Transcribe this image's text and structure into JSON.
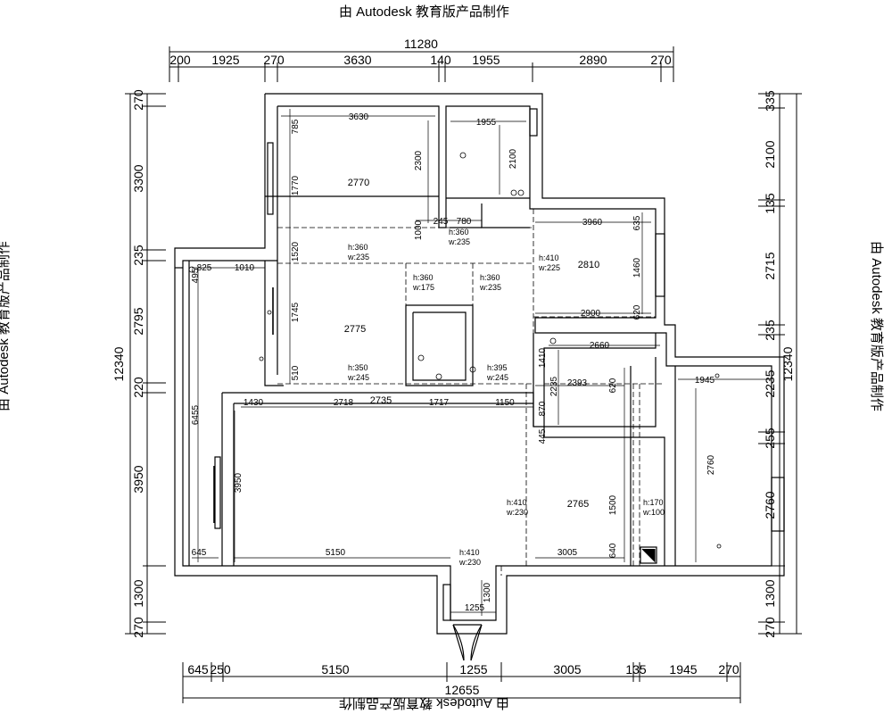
{
  "watermark": "由 Autodesk 教育版产品制作",
  "overall": {
    "top": "11280",
    "bottom": "12655",
    "left": "12340",
    "right": "12340"
  },
  "top_dims": [
    "200",
    "1925",
    "270",
    "3630",
    "140",
    "1955",
    "2890",
    "270"
  ],
  "bottom_dims": [
    "645",
    "250",
    "5150",
    "1255",
    "3005",
    "135",
    "1945",
    "270"
  ],
  "left_dims": [
    "270",
    "3300",
    "235",
    "2795",
    "220",
    "3950",
    "1300",
    "270"
  ],
  "right_dims": [
    "335",
    "2100",
    "135",
    "2715",
    "235",
    "2235",
    "255",
    "2760",
    "1300",
    "270"
  ],
  "rooms": {
    "bedroom_nw": {
      "height": "2770",
      "width_dim": "3630",
      "depth_dim": "2300",
      "upper_dim": "785",
      "mid_dim": "1770",
      "lower_dim": "1000"
    },
    "bath_n": {
      "width_dim": "1955",
      "depth_dim": "2100"
    },
    "bedroom_e": {
      "height": "2810",
      "width_dim": "3960",
      "lower_width_dim": "2900",
      "d1": "635",
      "d2": "1460",
      "d3": "620",
      "beam_h": "h:410",
      "beam_w": "w:225"
    },
    "study_w": {
      "height": "2775",
      "d1": "1520",
      "d2": "1745",
      "d3": "510"
    },
    "kitchen_e": {
      "width_dim": "2660",
      "depth_dim": "2235",
      "d1": "1410"
    },
    "living": {
      "height": "2735",
      "width_dim": "5150",
      "depth_dim": "3950",
      "seg1": "1430",
      "seg2": "2718",
      "seg3": "1717",
      "seg4": "1150"
    },
    "balcony_w": {
      "d1": "6455",
      "d2": "645",
      "w1": "825",
      "w2": "1010",
      "w3": "495"
    },
    "bedroom_se": {
      "height": "2765",
      "width_dim": "2393",
      "bottom_dim": "3005",
      "d1": "620",
      "d2": "1500",
      "d3": "640",
      "d4": "870",
      "d5": "445"
    },
    "bath_se": {
      "width_dim": "1945",
      "depth_dim": "2760",
      "beam_h": "h:170",
      "beam_w": "w:100"
    },
    "entry": {
      "width_dim": "1255",
      "depth_dim": "1300"
    }
  },
  "beams": [
    {
      "h": "h:360",
      "w": "w:235"
    },
    {
      "h": "h:360",
      "w": "w:235"
    },
    {
      "h": "h:360",
      "w": "w:175"
    },
    {
      "h": "h:360",
      "w": "w:235"
    },
    {
      "h": "h:350",
      "w": "w:245"
    },
    {
      "h": "h:395",
      "w": "w:245"
    },
    {
      "h": "h:410",
      "w": "w:230"
    },
    {
      "h": "h:410",
      "w": "w:230"
    }
  ],
  "misc_dims": {
    "d245": "245",
    "d780": "780"
  }
}
